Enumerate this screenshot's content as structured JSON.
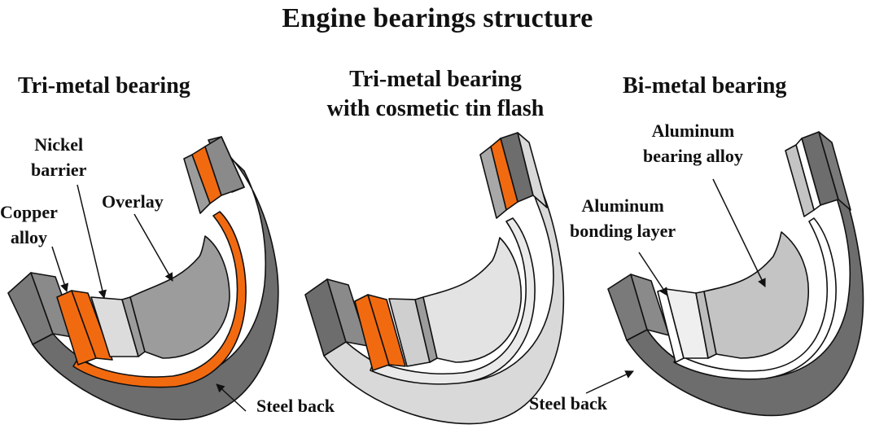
{
  "title": "Engine bearings structure",
  "colors": {
    "steel_dark": "#6d6d6d",
    "steel_mid": "#8a8a8a",
    "gray_face": "#9c9c9c",
    "light_gray": "#d9d9d9",
    "very_light": "#ececec",
    "copper_orange": "#f26a10",
    "white_layer": "#ffffff",
    "outline": "#111111"
  },
  "panels": [
    {
      "id": "tri-metal",
      "title_lines": [
        "Tri-metal bearing"
      ],
      "labels": [
        {
          "id": "nickel-barrier",
          "lines": [
            "Nickel",
            "barrier"
          ]
        },
        {
          "id": "copper-alloy",
          "lines": [
            "Copper",
            "alloy"
          ]
        },
        {
          "id": "overlay",
          "lines": [
            "Overlay"
          ]
        },
        {
          "id": "steel-back",
          "lines": [
            "Steel back"
          ]
        }
      ]
    },
    {
      "id": "tri-metal-tin-flash",
      "title_lines": [
        "Tri-metal bearing",
        "with cosmetic tin flash"
      ],
      "labels": []
    },
    {
      "id": "bi-metal",
      "title_lines": [
        "Bi-metal bearing"
      ],
      "labels": [
        {
          "id": "aluminum-bearing-alloy",
          "lines": [
            "Aluminum",
            "bearing alloy"
          ]
        },
        {
          "id": "aluminum-bonding-layer",
          "lines": [
            "Aluminum",
            "bonding layer"
          ]
        },
        {
          "id": "steel-back",
          "lines": [
            "Steel back"
          ]
        }
      ]
    }
  ]
}
